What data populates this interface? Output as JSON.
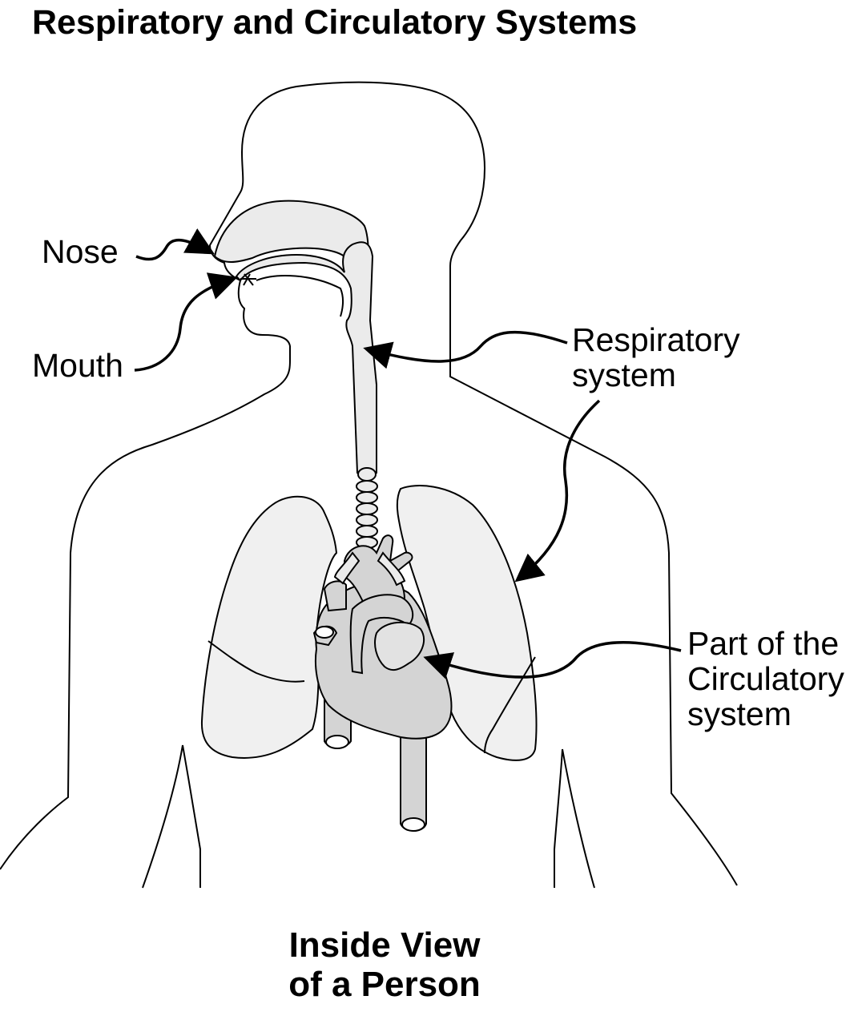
{
  "title": "Respiratory and Circulatory Systems",
  "labels": {
    "nose": "Nose",
    "mouth": "Mouth",
    "respiratory_line1": "Respiratory",
    "respiratory_line2": "system",
    "circulatory_line1": "Part of the",
    "circulatory_line2": "Circulatory",
    "circulatory_line3": "system"
  },
  "caption": {
    "line1": "Inside View",
    "line2": "of a Person"
  },
  "colors": {
    "outline": "#000000",
    "lung_fill": "#f0f0f0",
    "airway_fill": "#ebebeb",
    "heart_fill": "#d4d4d4",
    "background": "#ffffff"
  }
}
